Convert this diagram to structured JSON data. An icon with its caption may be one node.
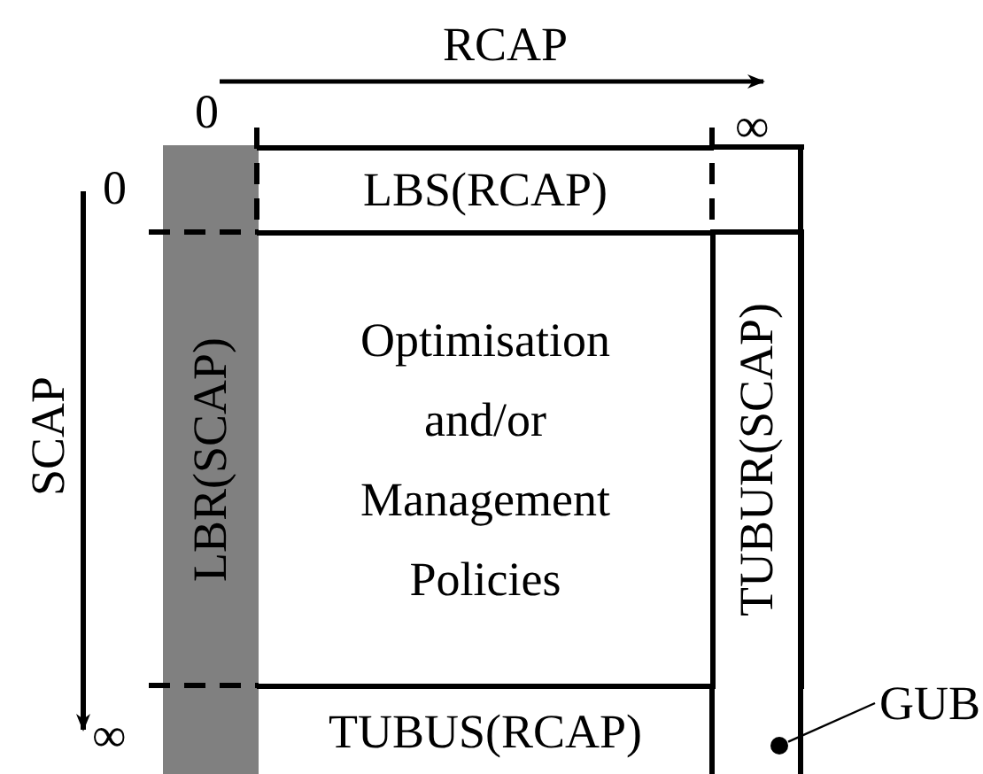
{
  "diagram": {
    "nodes": [
      {
        "text": [
          "LBR(SCAP)"
        ]
      },
      {
        "text": [
          "LBS(RCAP)"
        ]
      },
      {
        "text": [
          "Optimisation and/or Management Policies"
        ]
      },
      {
        "text": [
          "TUBUR(SCAP)"
        ]
      },
      {
        "text": [
          "TUBUS(RCAP)"
        ]
      },
      {
        "text": [
          "GUB"
        ]
      },
      {
        "text": [],
        "shape": "circle"
      }
    ],
    "edges": [
      {
        "from": 5,
        "to": 6,
        "arrow": "none"
      }
    ],
    "labels": [
      "RCAP",
      "0",
      "∞",
      "SCAP",
      "0",
      "∞"
    ]
  }
}
